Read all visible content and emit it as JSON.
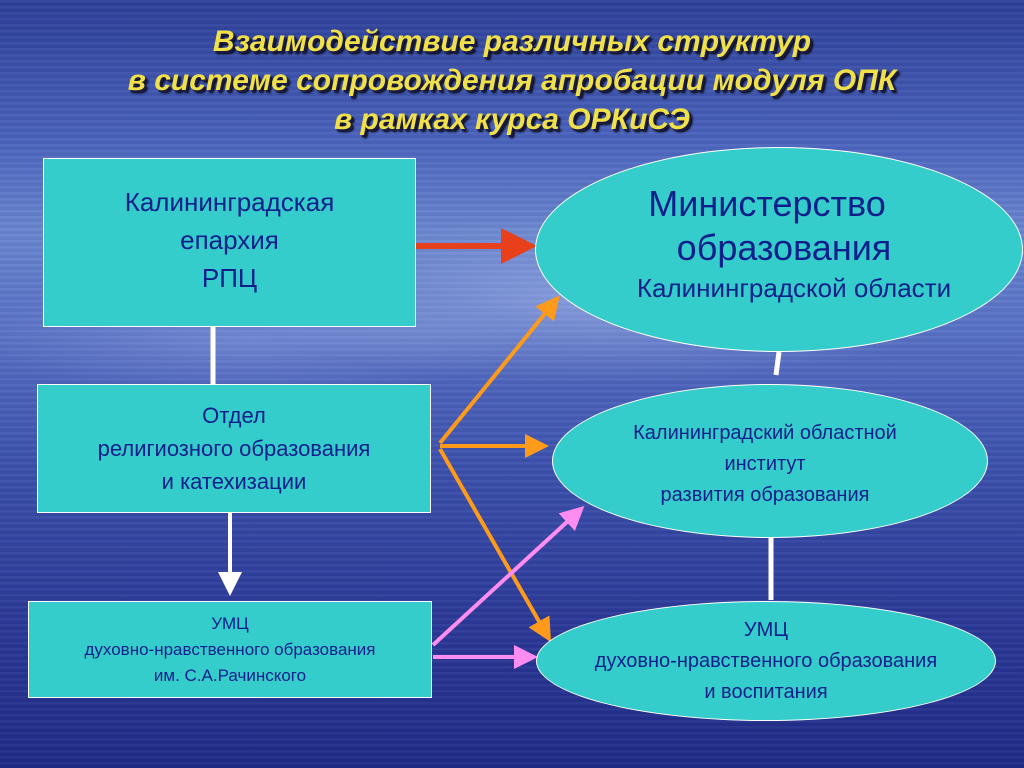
{
  "title": {
    "line1": "Взаимодействие различных структур",
    "line2": "в системе сопровождения апробации модуля ОПК",
    "line3": "в рамках курса ОРКиСЭ"
  },
  "nodes": {
    "eparchy": {
      "lines": [
        "Калининградская",
        "епархия",
        "РПЦ"
      ]
    },
    "department": {
      "lines": [
        "Отдел",
        "религиозного образования",
        "и катехизации"
      ]
    },
    "umc_rachinsky": {
      "lines": [
        "УМЦ",
        "духовно-нравственного образования",
        "им. С.А.Рачинского"
      ]
    },
    "ministry": {
      "lines": [
        "Министерство",
        "образования",
        "Калининградской области"
      ]
    },
    "institute": {
      "lines": [
        "Калининградский областной",
        "институт",
        "развития образования"
      ]
    },
    "umc_upbringing": {
      "lines": [
        "УМЦ",
        "духовно-нравственного образования",
        "и воспитания"
      ]
    }
  },
  "colors": {
    "box_fill": "#35cccc",
    "text": "#0d1f8a",
    "title": "#f0e04a",
    "arrow_red": "#e8401a",
    "arrow_orange": "#ff9a1a",
    "arrow_pink": "#ff8cf0",
    "connector_white": "#ffffff"
  }
}
